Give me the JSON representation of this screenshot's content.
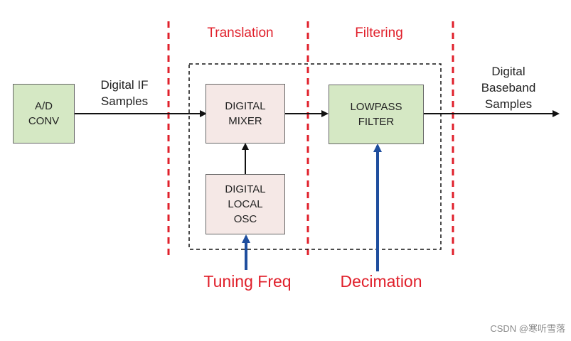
{
  "sections": {
    "translation": "Translation",
    "filtering": "Filtering"
  },
  "blocks": {
    "ad_conv": "A/D\nCONV",
    "digital_mixer": "DIGITAL\nMIXER",
    "local_osc": "DIGITAL\nLOCAL\nOSC",
    "lowpass_filter": "LOWPASS\nFILTER"
  },
  "labels": {
    "digital_if_samples": "Digital IF\nSamples",
    "digital_baseband_samples": "Digital\nBaseband\nSamples",
    "tuning_freq": "Tuning Freq",
    "decimation": "Decimation"
  },
  "watermark": "CSDN @寒听雪落",
  "colors": {
    "red_dashed": "#e0202b",
    "blue_arrow": "#1f4e9e",
    "green_block": "#d5e8c4",
    "pink_block": "#f5e8e6"
  }
}
